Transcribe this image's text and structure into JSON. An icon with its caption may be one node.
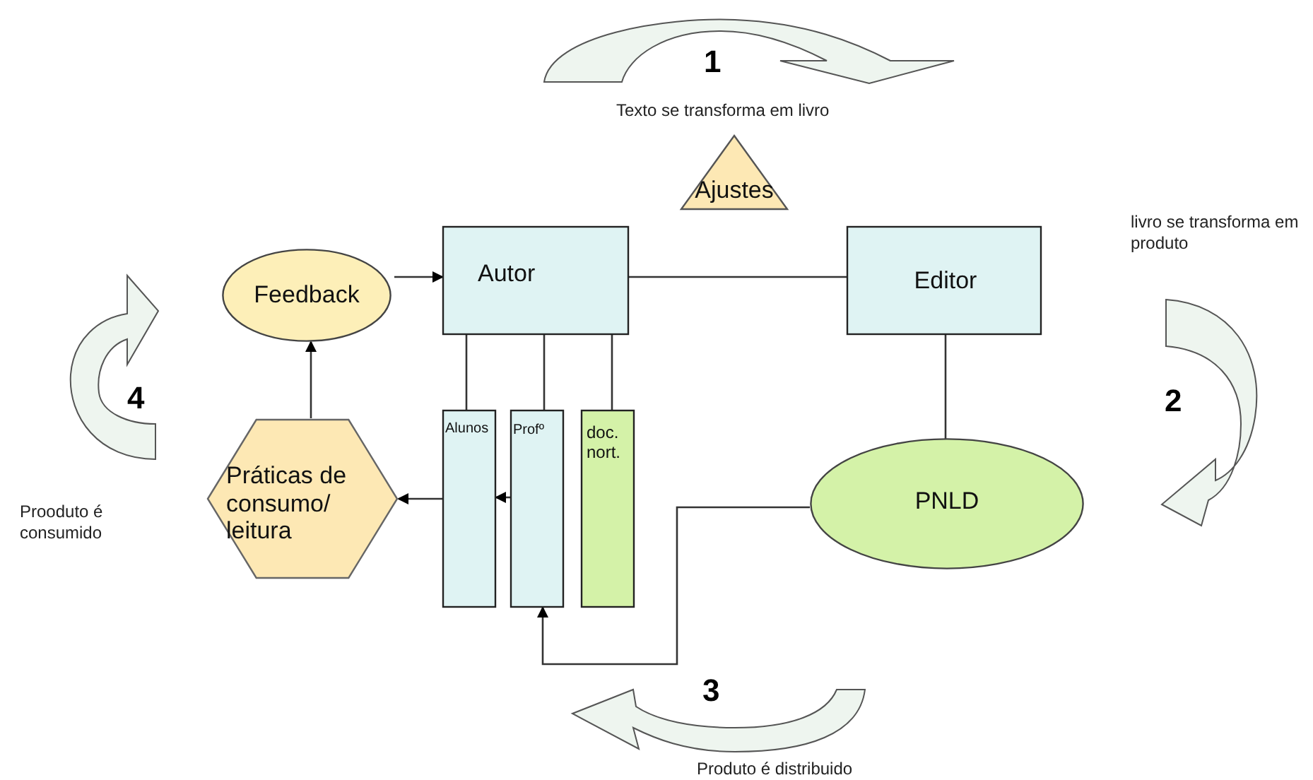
{
  "diagram": {
    "nodes": [
      {
        "text": [
          "Ajustes"
        ]
      },
      {
        "text": [
          "Feedback"
        ]
      },
      {
        "text": [
          "Autor"
        ]
      },
      {
        "text": [
          "Editor"
        ]
      },
      {
        "text": [
          "Alunos"
        ]
      },
      {
        "text": [
          "Profº"
        ]
      },
      {
        "text": [
          "doc. nort."
        ]
      },
      {
        "text": [
          "Práticas de consumo/ leitura"
        ]
      },
      {
        "text": [
          "PNLD"
        ]
      }
    ],
    "edges": [
      {
        "from": 1,
        "to": 2,
        "arrow": "to"
      },
      {
        "from": 2,
        "to": 3,
        "arrow": "none"
      },
      {
        "from": 2,
        "to": 4,
        "arrow": "none"
      },
      {
        "from": 2,
        "to": 5,
        "arrow": "none"
      },
      {
        "from": 2,
        "to": 6,
        "arrow": "none"
      },
      {
        "from": 3,
        "to": 8,
        "arrow": "none"
      },
      {
        "from": 8,
        "to": 5,
        "arrow": "to"
      },
      {
        "from": 5,
        "to": 4,
        "arrow": "to"
      },
      {
        "from": 4,
        "to": 7,
        "arrow": "to"
      },
      {
        "from": 7,
        "to": 1,
        "arrow": "to"
      }
    ],
    "labels": [
      "1",
      "Texto se transforma em livro",
      "livro se transforma em produto",
      "4",
      "2",
      "Prooduto é consumido",
      "3",
      "Produto é distribuido"
    ]
  }
}
